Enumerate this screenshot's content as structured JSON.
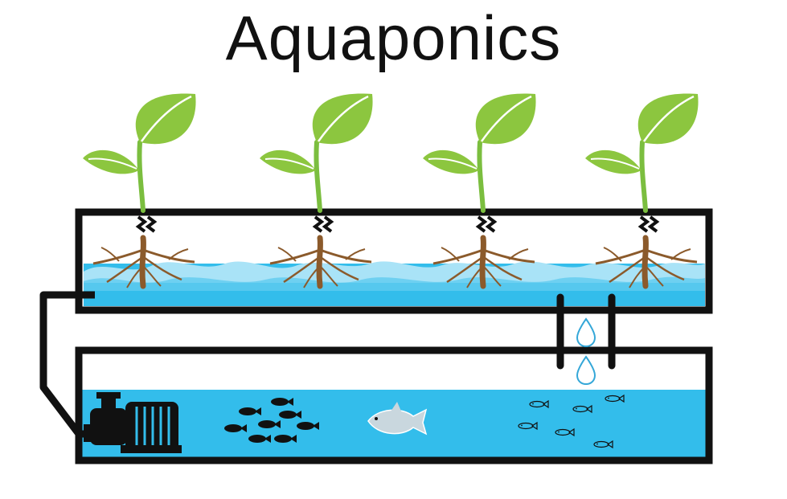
{
  "title": "Aquaponics",
  "colors": {
    "water": "#33BDEB",
    "water_light": "#A9E3F7",
    "leaf_dark": "#6FB63B",
    "leaf_light": "#8CC63F",
    "root": "#8B5A2B",
    "outline": "#111111",
    "fish_light": "#C9D7DE",
    "drop": "#34A7D8"
  },
  "components": {
    "plants": 4,
    "grow_bed": "grow-bed",
    "fish_tank": "fish-tank",
    "pump": "pump-icon",
    "drain": "water-drop-icon"
  }
}
